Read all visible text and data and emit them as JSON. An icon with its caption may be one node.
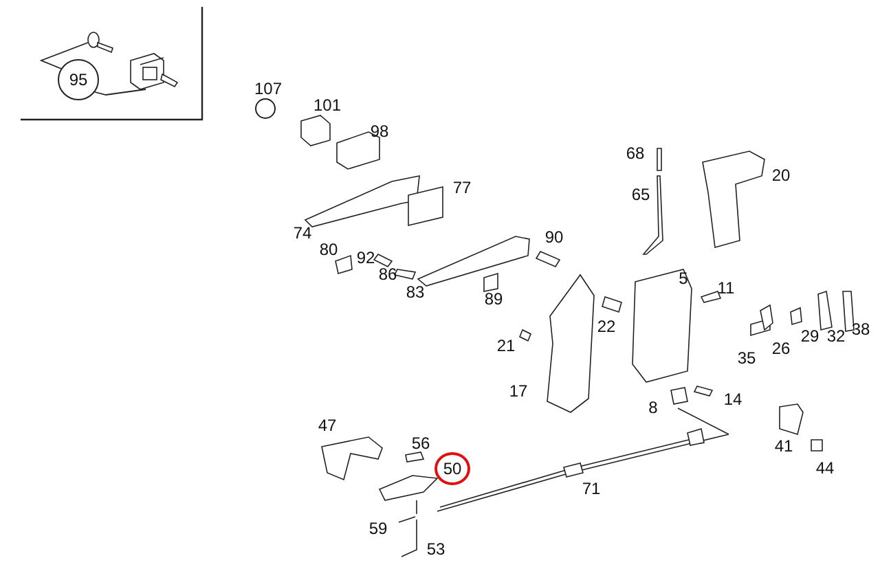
{
  "diagram": {
    "nodes": [
      {
        "text": [
          "95"
        ]
      },
      {
        "text": [],
        "shape": "picture"
      },
      {
        "text": [],
        "shape": "picture"
      },
      {
        "text": [
          "50"
        ]
      }
    ],
    "edges": [
      {
        "from": 0,
        "to": 1,
        "arrow": "none"
      },
      {
        "from": 0,
        "to": 2,
        "arrow": "none"
      }
    ],
    "labels": [
      "107",
      "101",
      "98",
      "68",
      "20",
      "65",
      "77",
      "90",
      "74",
      "80",
      "92",
      "86",
      "5",
      "11",
      "83",
      "89",
      "22",
      "29",
      "32",
      "38",
      "26",
      "21",
      "35",
      "17",
      "8",
      "14",
      "47",
      "56",
      "41",
      "44",
      "71",
      "59",
      "53"
    ]
  }
}
